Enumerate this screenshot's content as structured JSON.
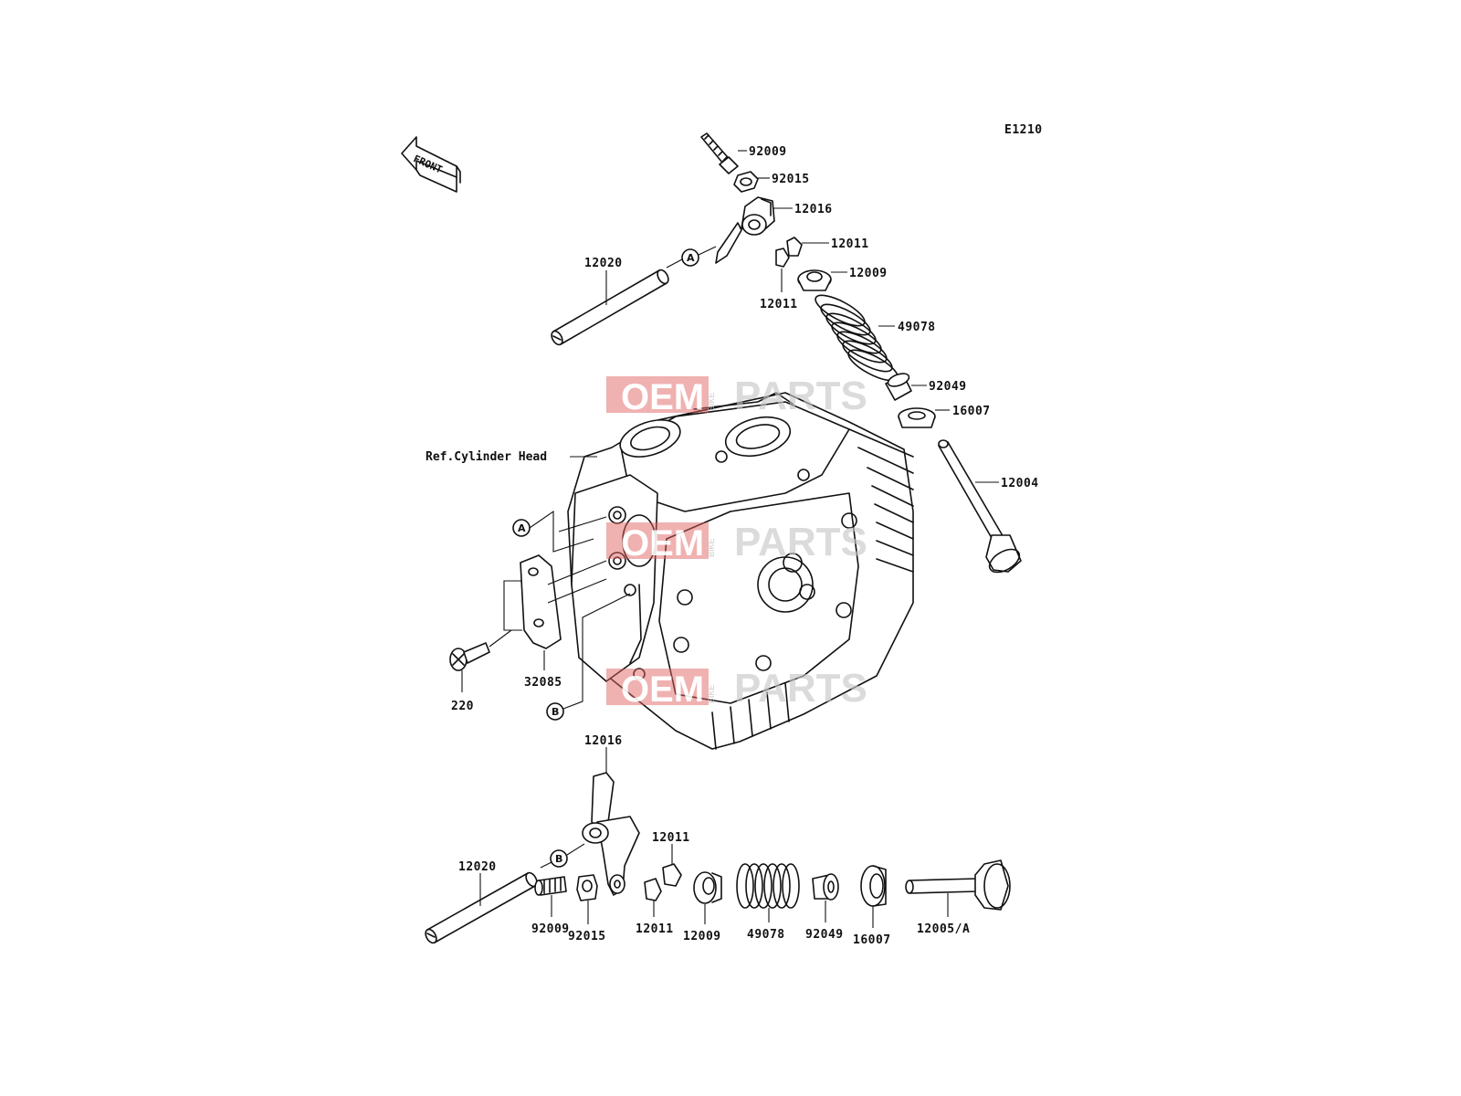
{
  "diagram_code": "E1210",
  "front_label": "FRONT",
  "reference_label": "Ref.Cylinder Head",
  "circle_markers": {
    "a": "A",
    "b": "B"
  },
  "watermark": {
    "part1": "OEM",
    "part2": "PARTS",
    "vertical": "BIKE"
  },
  "labels": {
    "top_92009": "92009",
    "top_92015": "92015",
    "top_12016": "12016",
    "top_12011_a": "12011",
    "top_12020": "12020",
    "top_12009": "12009",
    "top_12011_b": "12011",
    "top_49078": "49078",
    "top_92049": "92049",
    "top_16007": "16007",
    "top_12004": "12004",
    "mid_32085": "32085",
    "mid_220": "220",
    "bot_12016": "12016",
    "bot_12011_a": "12011",
    "bot_12020": "12020",
    "bot_92009": "92009",
    "bot_92015": "92015",
    "bot_12011_b": "12011",
    "bot_12009": "12009",
    "bot_49078": "49078",
    "bot_92049": "92049",
    "bot_16007": "16007",
    "bot_12005": "12005/A"
  }
}
